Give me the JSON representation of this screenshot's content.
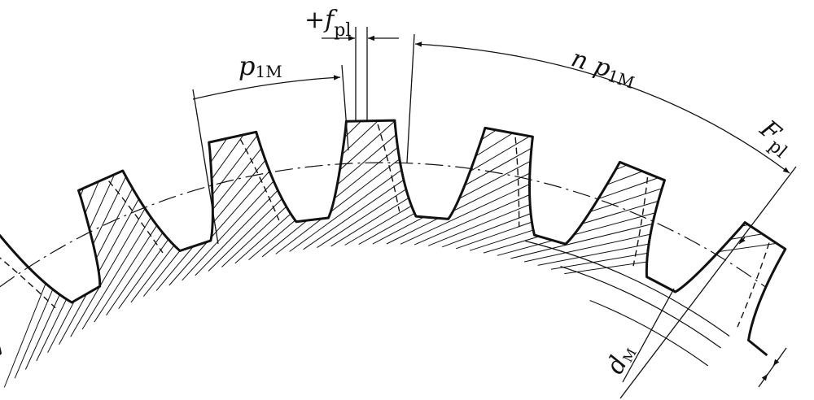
{
  "labels": {
    "fpl_sign": "+",
    "fpl_symbol": "f",
    "fpl_sub": "pl",
    "p1m_symbol": "p",
    "p1m_sub": "1M",
    "np1m_n": "n",
    "np1m_symbol": "p",
    "np1m_sub": "1M",
    "Fpl_symbol": "F",
    "Fpl_sub": "pl",
    "dm_symbol": "d",
    "dm_sub": "M"
  },
  "colors": {
    "line": "#111111",
    "background": "#ffffff"
  }
}
